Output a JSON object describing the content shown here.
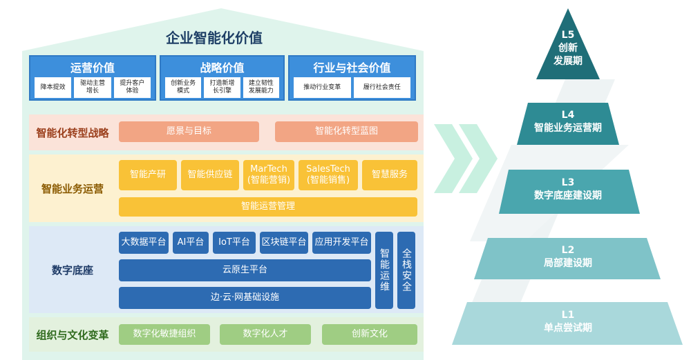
{
  "house": {
    "title": "企业智能化价值",
    "values": [
      {
        "title": "运营价值",
        "items": [
          "降本提效",
          "驱动主营\n增长",
          "提升客户\n体验"
        ]
      },
      {
        "title": "战略价值",
        "items": [
          "创新业务\n模式",
          "打造新增\n长引擎",
          "建立韧性\n发展能力"
        ]
      },
      {
        "title": "行业与社会价值",
        "items": [
          "推动行业变革",
          "履行社会责任"
        ]
      }
    ],
    "strategy": {
      "label": "智能化转型战略",
      "items": [
        "愿景与目标",
        "智能化转型蓝图"
      ]
    },
    "operations": {
      "label": "智能业务运营",
      "items": [
        "智能产研",
        "智能供应链",
        "MarTech\n(智能营销)",
        "SalesTech\n(智能销售)",
        "智慧服务"
      ],
      "bottom": "智能运营管理"
    },
    "digital_base": {
      "label": "数字底座",
      "platforms": [
        "大数据平台",
        "AI平台",
        "IoT平台",
        "区块链平台",
        "应用开发平台"
      ],
      "cloud_native": "云原生平台",
      "infrastructure": "边·云·网基础设施",
      "side": [
        "智能运维",
        "全栈安全"
      ]
    },
    "org": {
      "label": "组织与文化变革",
      "items": [
        "数字化敏捷组织",
        "数字化人才",
        "创新文化"
      ]
    }
  },
  "pyramid": {
    "levels": [
      {
        "code": "L5",
        "name": "创新\n发展期"
      },
      {
        "code": "L4",
        "name": "智能业务运营期"
      },
      {
        "code": "L3",
        "name": "数字底座建设期"
      },
      {
        "code": "L2",
        "name": "局部建设期"
      },
      {
        "code": "L1",
        "name": "单点尝试期"
      }
    ]
  },
  "colors": {
    "roof": "#dff4ec",
    "value_blue": "#3d8fdc",
    "strategy_bg": "#fbe3d9",
    "strategy_pill": "#f2a584",
    "strategy_text": "#9b3f1c",
    "ops_bg": "#fdf1d0",
    "ops_pill": "#f9c237",
    "ops_text": "#8a5a00",
    "base_bg": "#dde9f6",
    "base_pill": "#2d6bb2",
    "base_text": "#1d3a66",
    "org_bg": "#e3f1de",
    "org_pill": "#9fcd83",
    "org_text": "#2f6a1d",
    "arrow": "#c8f0e0",
    "pyramid": [
      "#1f6e78",
      "#2e8b94",
      "#4aa6ae",
      "#7fc3c8",
      "#a9d8db"
    ]
  }
}
